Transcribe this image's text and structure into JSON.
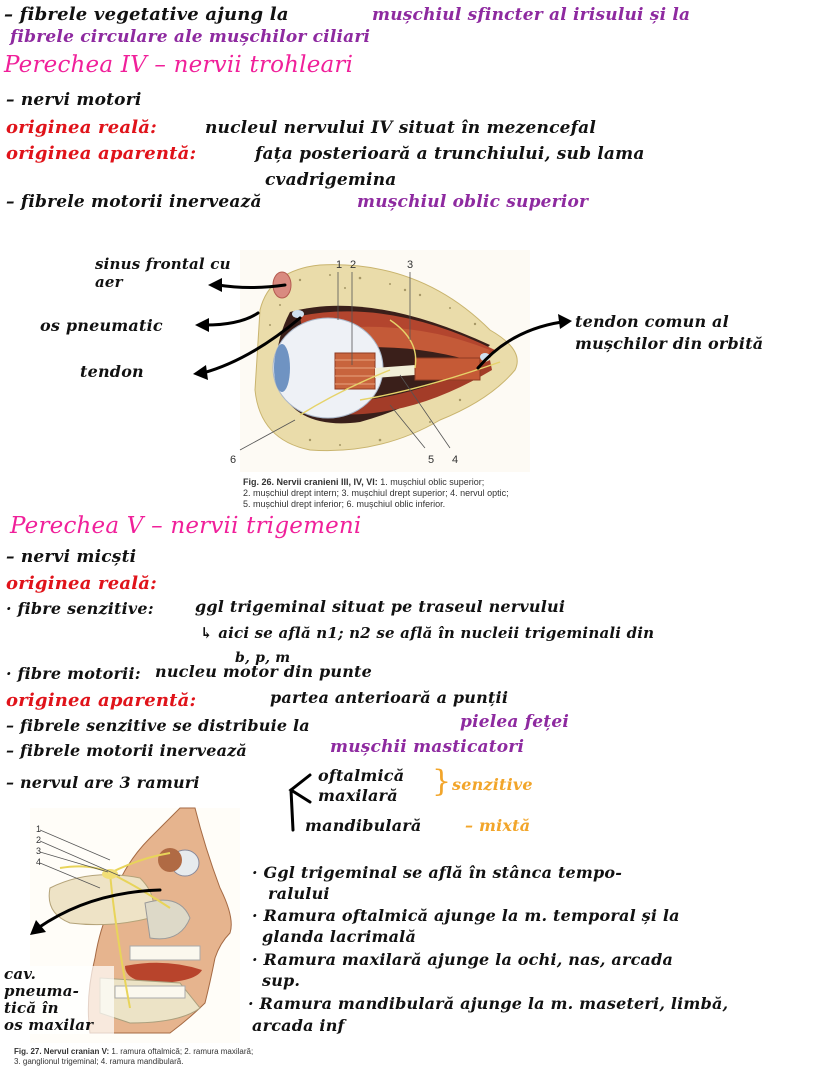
{
  "colors": {
    "text": "#111111",
    "highlight_purple": "#8e2aa0",
    "heading_pink": "#f0209a",
    "label_red": "#e0131a",
    "note_orange": "#f2a52a"
  },
  "intro": {
    "line1_black": "– fibrele vegetative ajung la",
    "line1_purple": "mușchiul sfincter al irisului și la",
    "line2_purple": "fibrele circulare ale mușchilor ciliari"
  },
  "pair_iv": {
    "heading": "Perechea IV – nervii trohleari",
    "type": "– nervi motori",
    "real_origin_label": "originea reală:",
    "real_origin_text": "nucleul nervului IV situat în mezencefal",
    "apparent_origin_label": "originea aparentă:",
    "apparent_origin_text": "fața posterioară a trunchiului, sub lama",
    "apparent_origin_cont": "cvadrigemina",
    "motor_fibers_black": "– fibrele motorii inervează",
    "motor_fibers_purple": "mușchiul oblic superior"
  },
  "figure_26": {
    "annotations": {
      "sinus": "sinus frontal cu aer",
      "bone": "os pneumatic",
      "tendon_left": "tendon",
      "tendon_right": "tendon comun al mușchilor din orbită"
    },
    "numbers": [
      "1",
      "2",
      "3",
      "4",
      "5",
      "6"
    ],
    "caption_title": "Fig. 26. Nervii cranieni III, IV, VI:",
    "caption_l1": "1. mușchiul oblic superior;",
    "caption_l2": "2. mușchiul drept intern; 3. mușchiul drept superior; 4. nervul optic;",
    "caption_l3": "5. mușchiul drept inferior; 6. mușchiul oblic inferior."
  },
  "pair_v": {
    "heading": "Perechea V – nervii trigemeni",
    "type": "– nervi micști",
    "real_origin_label": "originea reală:",
    "sensory_label": "· fibre senzitive:",
    "sensory_text": "ggl trigeminal situat pe traseul nervului",
    "sensory_sub": "↳ aici se află n1; n2 se află în nucleii trigeminali din",
    "sensory_sub2": "b, p, m",
    "motor_label": "· fibre motorii:",
    "motor_text": "nucleu motor din punte",
    "apparent_origin_label": "originea aparentă:",
    "apparent_origin_text": "partea anterioară a punții",
    "sensory_dist_black": "– fibrele senzitive se distribuie la",
    "sensory_dist_purple": "pielea feței",
    "motor_inn_black": "– fibrele motorii inervează",
    "motor_inn_purple": "mușchii masticatori",
    "branches_intro": "– nervul are 3 ramuri",
    "branches": [
      {
        "name": "oftalmică"
      },
      {
        "name": "maxilară"
      },
      {
        "name": "mandibulară"
      }
    ],
    "sensory_group": "senzitive",
    "mixed_note": "– mixtă"
  },
  "figure_27": {
    "annotation": [
      "cav.",
      "pneuma-",
      "tică în",
      "os maxilar"
    ],
    "numbers": [
      "1",
      "2",
      "3",
      "4"
    ],
    "caption_title": "Fig. 27. Nervul cranian V:",
    "caption_l1": "1. ramura oftalmică; 2. ramura maxilară;",
    "caption_l2": "3. ganglionul trigeminal; 4. ramura mandibulară."
  },
  "notes": [
    "· Ggl trigeminal se află în stânca tempo-",
    "ralului",
    "· Ramura oftalmică ajunge la m. temporal și la",
    "glanda lacrimală",
    "· Ramura maxilară ajunge la ochi, nas, arcada",
    "sup.",
    "· Ramura mandibulară ajunge la m. maseteri, limbă,",
    "arcada inf"
  ]
}
